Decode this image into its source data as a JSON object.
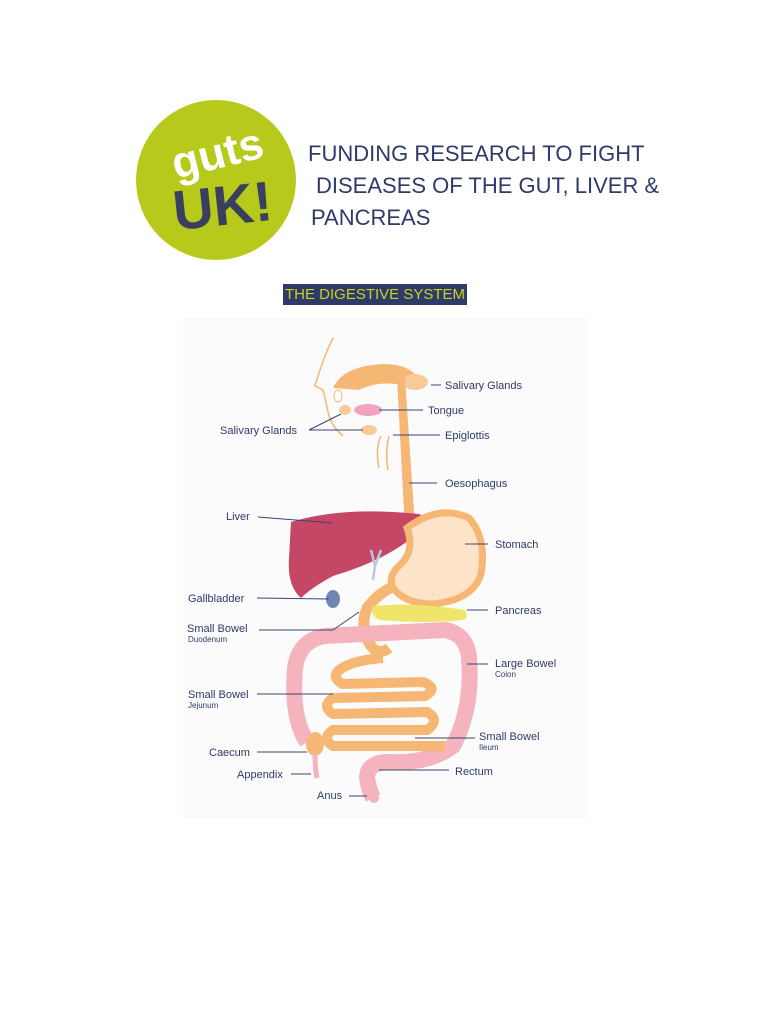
{
  "logo": {
    "text_top": "guts",
    "text_bottom": "UK!",
    "circle_color": "#b7c91a",
    "text_color": "#3b3f5f"
  },
  "headline": {
    "line1": "FUNDING RESEARCH TO FIGHT",
    "line2": "DISEASES OF THE GUT, LIVER &",
    "line3": "PANCREAS",
    "color": "#2f3a68"
  },
  "section_title": {
    "text": "THE DIGESTIVE SYSTEM",
    "bg_color": "#2f3a68",
    "text_color": "#c5d41c"
  },
  "diagram": {
    "labels": {
      "salivary_glands_right": "Salivary Glands",
      "tongue": "Tongue",
      "salivary_glands_left": "Salivary Glands",
      "epiglottis": "Epiglottis",
      "oesophagus": "Oesophagus",
      "liver": "Liver",
      "stomach": "Stomach",
      "gallbladder": "Gallbladder",
      "pancreas": "Pancreas",
      "small_bowel_duodenum": "Small Bowel",
      "duodenum": "Duodenum",
      "large_bowel": "Large Bowel",
      "colon": "Colon",
      "small_bowel_jejunum": "Small Bowel",
      "jejunum": "Jejunum",
      "small_bowel_ileum": "Small Bowel",
      "ileum": "Ileum",
      "caecum": "Caecum",
      "rectum": "Rectum",
      "appendix": "Appendix",
      "anus": "Anus"
    },
    "colors": {
      "tract": "#f6b774",
      "stomach_fill": "#fde3c8",
      "liver": "#c44866",
      "large_bowel": "#f4b3bd",
      "pancreas": "#f0e56b",
      "gallbladder": "#6f86b5",
      "label_line": "#3a4470"
    }
  }
}
